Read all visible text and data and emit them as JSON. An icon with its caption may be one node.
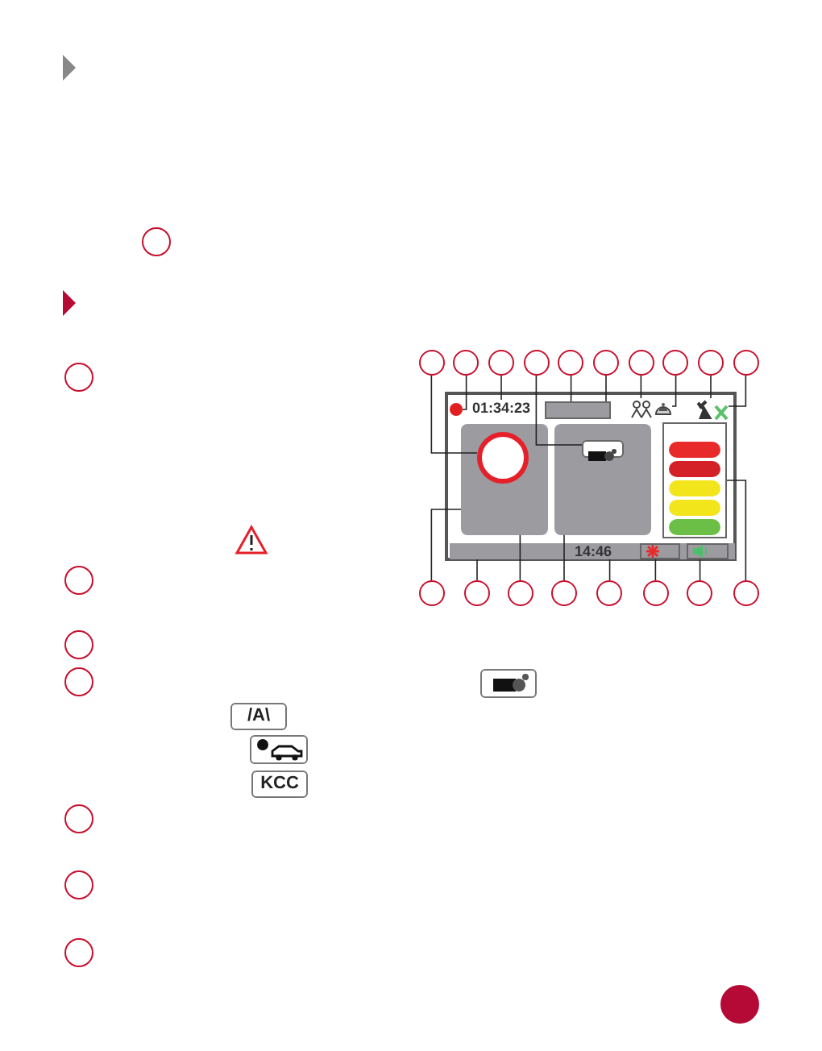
{
  "diagram": {
    "nodes": [
      {
        "text": [],
        "shape": "box"
      },
      {
        "text": [],
        "shape": "circle",
        "in": 0
      },
      {
        "text": [
          "01:34:23"
        ],
        "in": 0
      },
      {
        "text": [],
        "shape": "box",
        "in": 0
      },
      {
        "text": [],
        "shape": "picture",
        "in": 0
      },
      {
        "text": [],
        "shape": "picture",
        "in": 0
      },
      {
        "text": [],
        "shape": "picture",
        "in": 0
      },
      {
        "text": [],
        "shape": "picture",
        "in": 0
      },
      {
        "text": [],
        "shape": "box",
        "in": 0
      },
      {
        "text": [],
        "shape": "circle",
        "in": 8
      },
      {
        "text": [],
        "shape": "box",
        "in": 0
      },
      {
        "text": [],
        "shape": "picture",
        "in": 10
      },
      {
        "text": [],
        "shape": "box",
        "in": 0
      },
      {
        "text": [],
        "shape": "bar",
        "in": 0
      },
      {
        "text": [
          "14:46"
        ],
        "in": 13
      },
      {
        "text": [],
        "shape": "box",
        "in": 13
      },
      {
        "text": [],
        "shape": "box",
        "in": 13
      },
      {
        "text": [],
        "shape": "circle"
      },
      {
        "text": [],
        "shape": "circle"
      },
      {
        "text": [],
        "shape": "circle"
      },
      {
        "text": [],
        "shape": "circle"
      },
      {
        "text": [],
        "shape": "circle"
      },
      {
        "text": [],
        "shape": "circle"
      },
      {
        "text": [],
        "shape": "circle"
      },
      {
        "text": [],
        "shape": "circle"
      },
      {
        "text": [],
        "shape": "circle"
      },
      {
        "text": [],
        "shape": "circle"
      },
      {
        "text": [],
        "shape": "circle"
      },
      {
        "text": [],
        "shape": "circle"
      },
      {
        "text": [],
        "shape": "circle"
      },
      {
        "text": [],
        "shape": "circle"
      },
      {
        "text": [],
        "shape": "circle"
      },
      {
        "text": [],
        "shape": "circle"
      },
      {
        "text": [],
        "shape": "circle"
      },
      {
        "text": [],
        "shape": "circle"
      },
      {
        "text": [],
        "shape": "circle"
      },
      {
        "text": [],
        "shape": "circle"
      },
      {
        "text": [],
        "shape": "circle"
      },
      {
        "text": [],
        "shape": "circle"
      },
      {
        "text": [],
        "shape": "circle"
      },
      {
        "text": [],
        "shape": "circle"
      },
      {
        "text": [],
        "shape": "circle"
      },
      {
        "text": [],
        "shape": "circle"
      }
    ],
    "edges": [
      {
        "from": 17,
        "to": 9,
        "arrow": "none"
      },
      {
        "from": 18,
        "to": 1,
        "arrow": "none"
      },
      {
        "from": 19,
        "to": 2,
        "arrow": "none"
      },
      {
        "from": 20,
        "to": 11,
        "arrow": "none"
      },
      {
        "from": 21,
        "to": 3,
        "arrow": "none"
      },
      {
        "from": 22,
        "to": 3,
        "arrow": "none"
      },
      {
        "from": 23,
        "to": 4,
        "arrow": "none"
      },
      {
        "from": 24,
        "to": 5,
        "arrow": "none"
      },
      {
        "from": 25,
        "to": 6,
        "arrow": "none"
      },
      {
        "from": 26,
        "to": 7,
        "arrow": "none"
      },
      {
        "from": 27,
        "to": 8,
        "arrow": "none"
      },
      {
        "from": 28,
        "to": 13,
        "arrow": "none"
      },
      {
        "from": 29,
        "to": 8,
        "arrow": "none"
      },
      {
        "from": 30,
        "to": 10,
        "arrow": "none"
      },
      {
        "from": 31,
        "to": 14,
        "arrow": "none"
      },
      {
        "from": 32,
        "to": 15,
        "arrow": "none"
      },
      {
        "from": 33,
        "to": 16,
        "arrow": "none"
      },
      {
        "from": 34,
        "to": 12,
        "arrow": "none"
      }
    ],
    "labels": [
      "/A\\",
      "KCC"
    ]
  }
}
